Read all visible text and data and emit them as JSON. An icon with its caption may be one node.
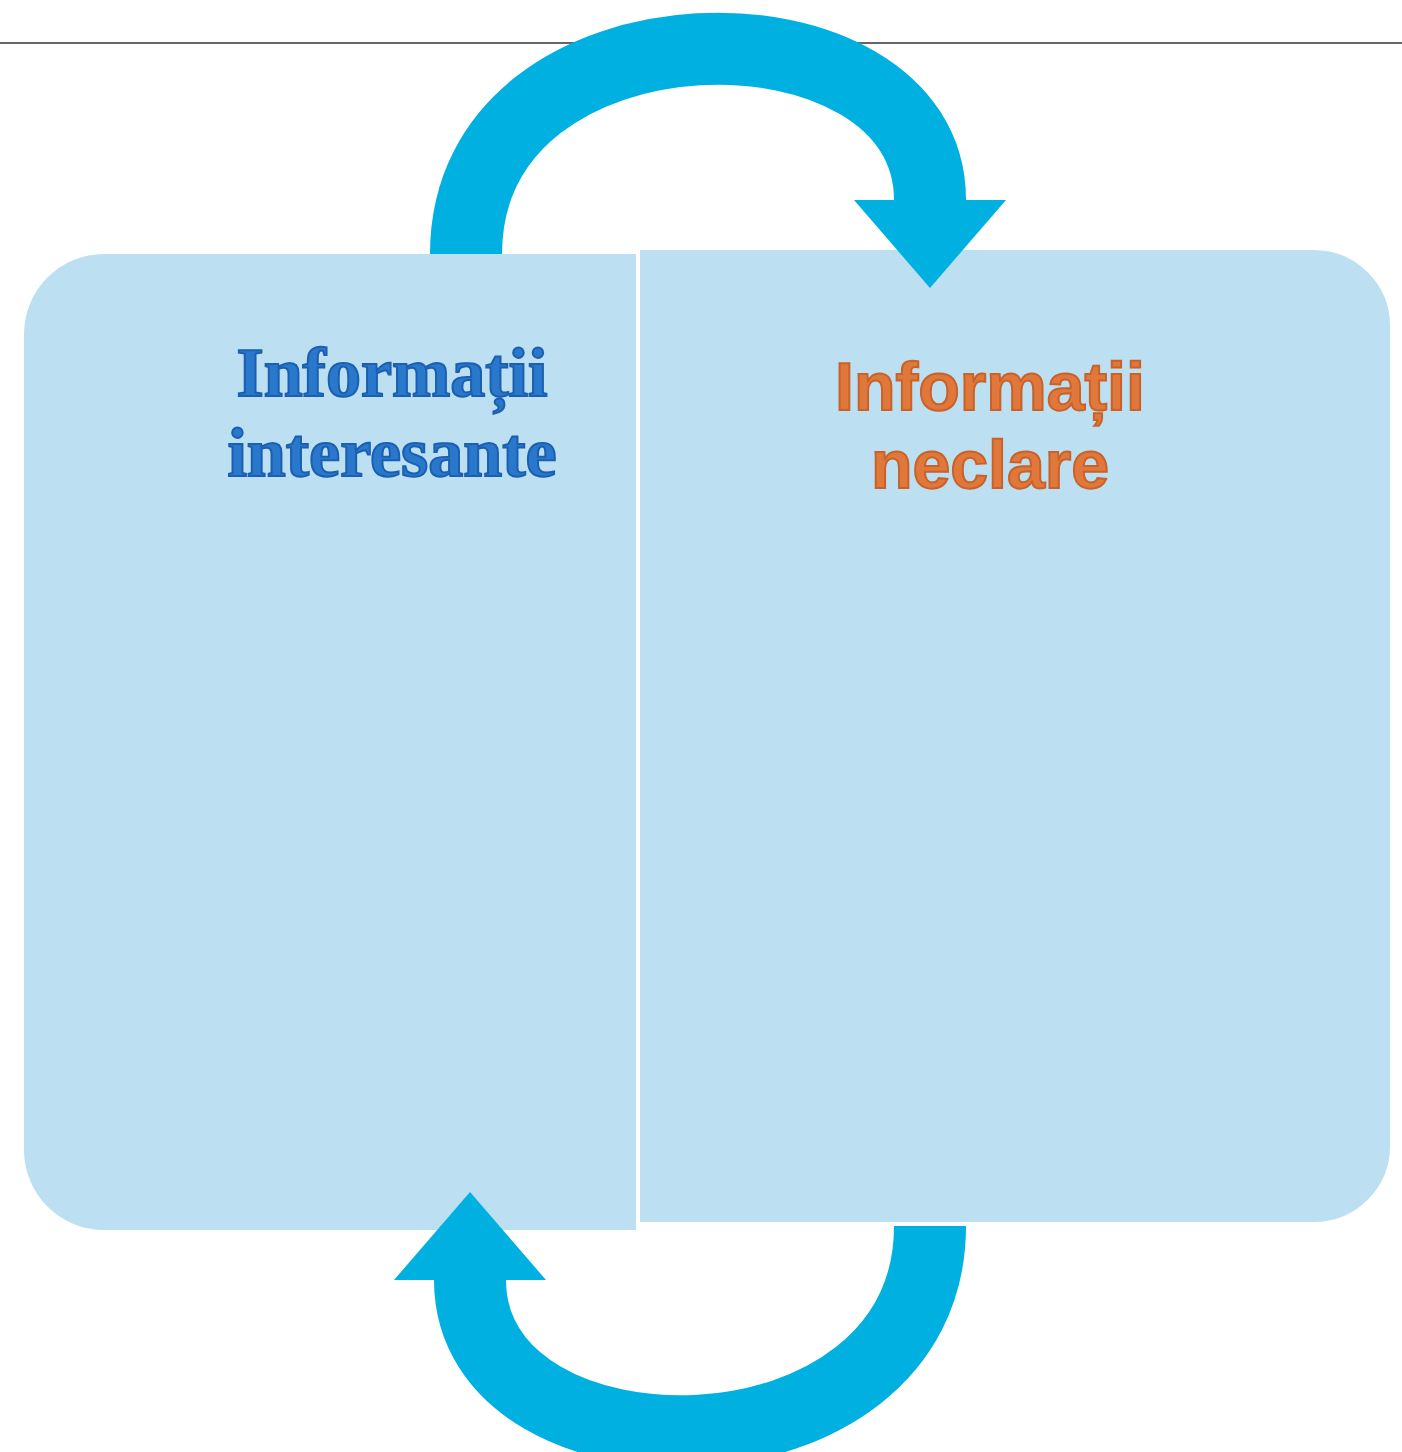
{
  "diagram": {
    "nodes": [
      {
        "text": [
          "Informații interesante"
        ]
      },
      {
        "text": [
          "Informații neclare"
        ]
      }
    ],
    "edges": [
      {
        "from": 0,
        "to": 1,
        "arrow": "to"
      },
      {
        "from": 1,
        "to": 0,
        "arrow": "to"
      }
    ]
  }
}
